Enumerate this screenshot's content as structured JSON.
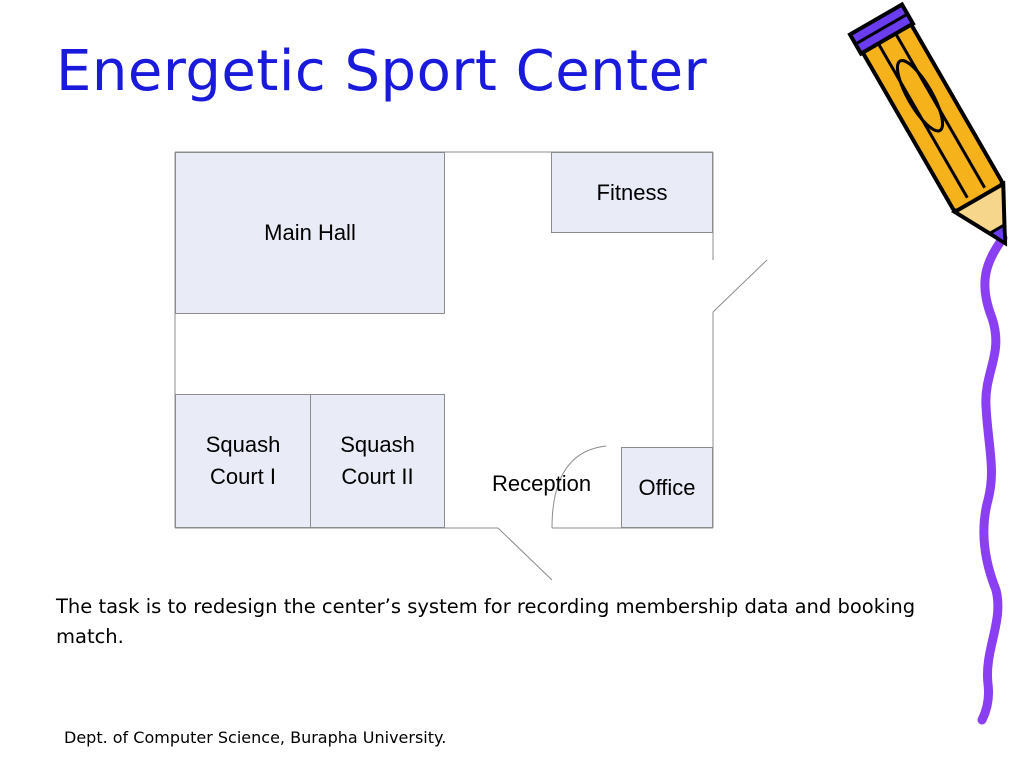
{
  "title": "Energetic Sport Center",
  "colors": {
    "title": "#1a1adc",
    "room_fill": "#e9ebf6",
    "wall": "#8c8c8c",
    "pencil_body": "#f6b21b",
    "pencil_accent": "#6a3df0",
    "side_rule": "#8b3ff2"
  },
  "floor_plan": {
    "rooms": {
      "main_hall": "Main Hall",
      "fitness": "Fitness",
      "squash_1": [
        "Squash",
        "Court I"
      ],
      "squash_2": [
        "Squash",
        "Court II"
      ],
      "office": "Office"
    },
    "areas": {
      "reception": "Reception"
    }
  },
  "description": "The task is to redesign the center’s system for recording membership data and booking match.",
  "footer": "Dept. of Computer Science, Burapha University.",
  "icons": [
    "pencil-icon"
  ]
}
